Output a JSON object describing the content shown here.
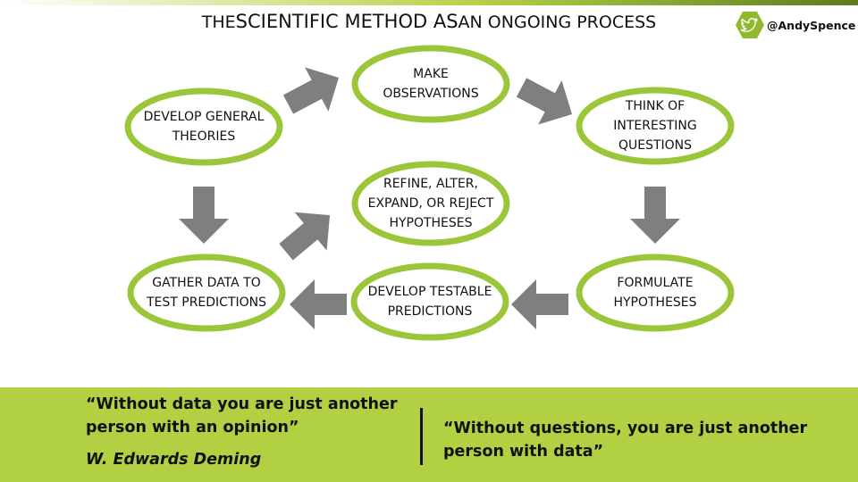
{
  "title": {
    "part1": "THE ",
    "part2": "SCIENTIFIC METHOD AS ",
    "part3": "AN ONGOING PROCESS"
  },
  "twitter": {
    "handle": "@AndySpence",
    "icon": "twitter-bird-icon"
  },
  "colors": {
    "ring": "#9cc63a",
    "arrow": "#7f7f7f",
    "band": "#b2d142",
    "hex": "#8fb92f"
  },
  "nodes": {
    "observations": "MAKE\nOBSERVATIONS",
    "questions": "THINK OF\nINTERESTING\nQUESTIONS",
    "hypotheses": "FORMULATE\nHYPOTHESES",
    "predictions": "DEVELOP TESTABLE\nPREDICTIONS",
    "gather": "GATHER DATA TO\nTEST PREDICTIONS",
    "refine": "REFINE, ALTER,\nEXPAND, OR REJECT\nHYPOTHESES",
    "theories": "DEVELOP GENERAL\nTHEORIES"
  },
  "quotes": {
    "left": "“Without data you are just another person with an opinion”",
    "author": "W. Edwards Deming",
    "right": "“Without questions, you are just another person with data”"
  }
}
